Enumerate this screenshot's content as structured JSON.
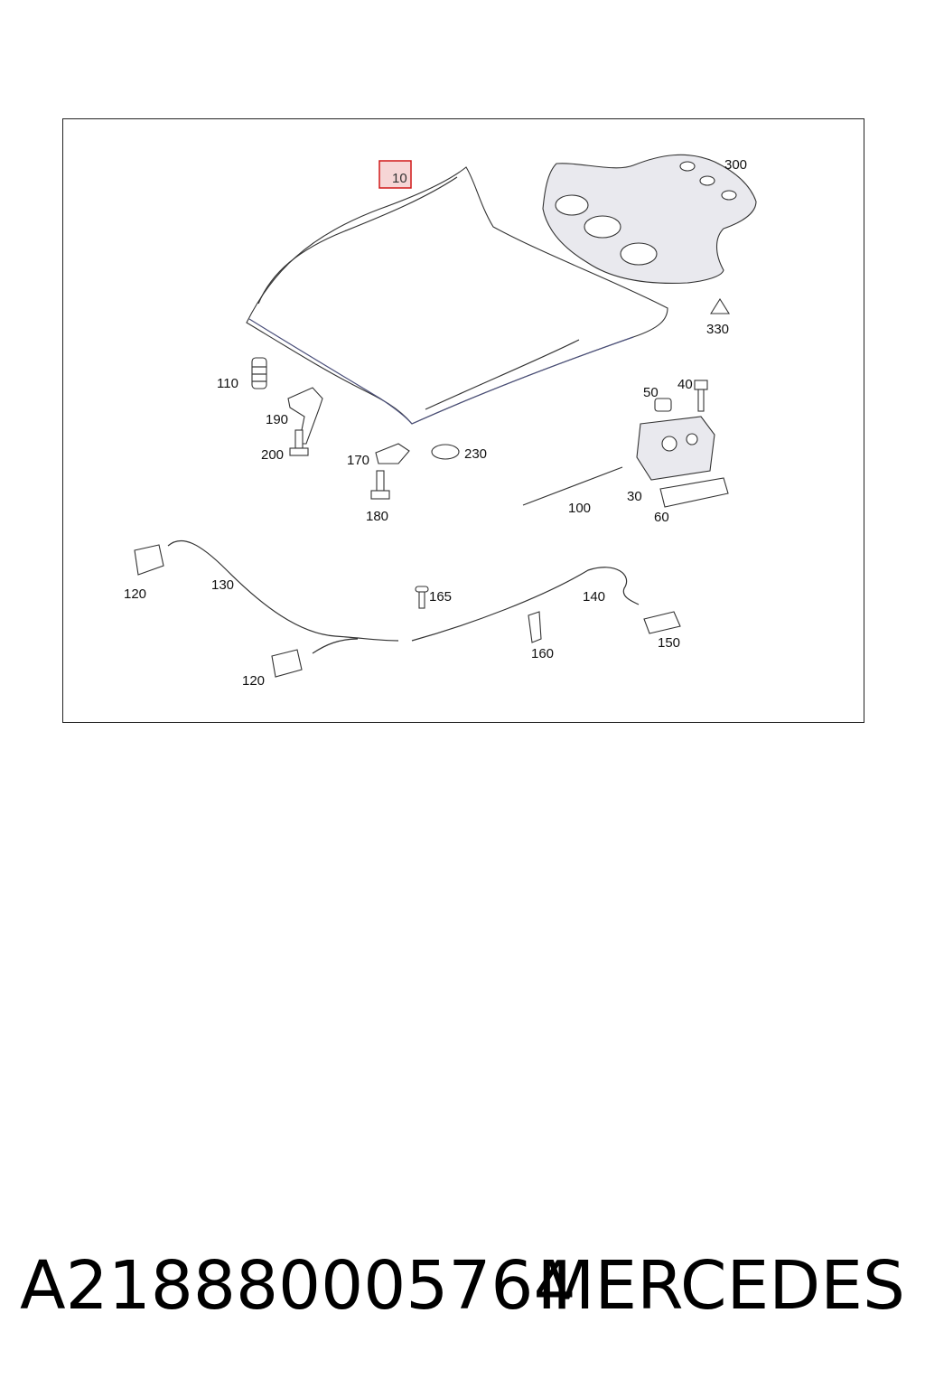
{
  "diagram": {
    "highlighted_label": "10",
    "labels": {
      "l300": "300",
      "l330": "330",
      "l110": "110",
      "l190": "190",
      "l200": "200",
      "l170": "170",
      "l230": "230",
      "l180": "180",
      "l40": "40",
      "l50": "50",
      "l30": "30",
      "l60": "60",
      "l100": "100",
      "l120a": "120",
      "l130": "130",
      "l165": "165",
      "l140": "140",
      "l150": "150",
      "l160": "160",
      "l120b": "120"
    }
  },
  "footer": {
    "part_number": "A218880005764",
    "brand": "MERCEDES"
  }
}
